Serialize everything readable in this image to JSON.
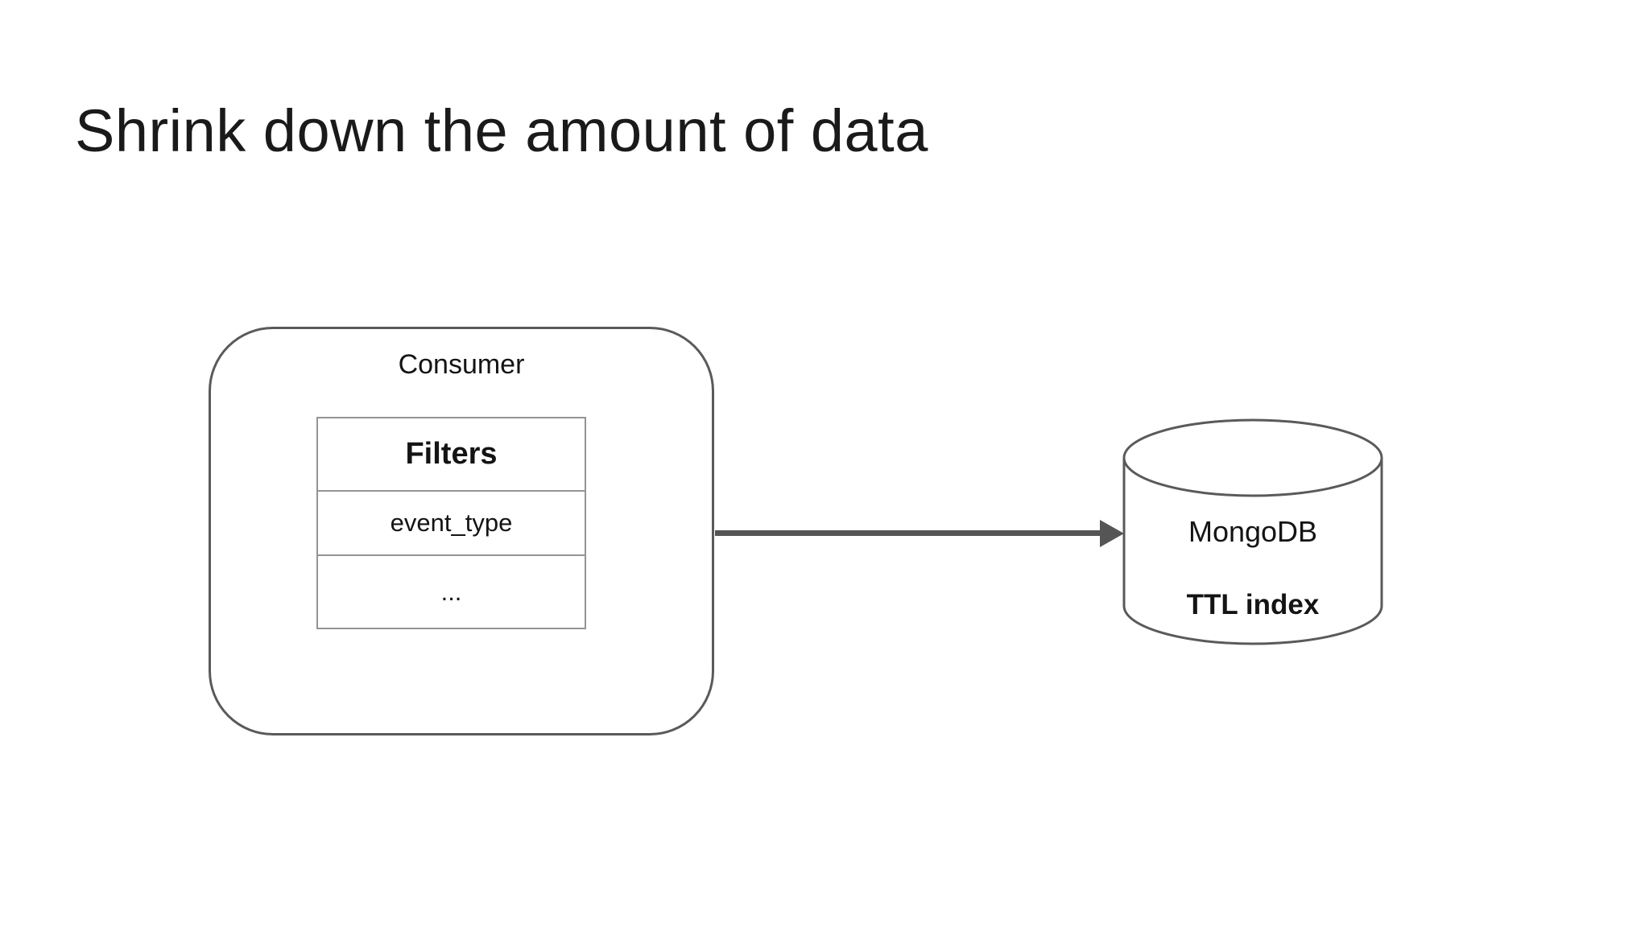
{
  "title": "Shrink down the amount of data",
  "consumer": {
    "label": "Consumer",
    "table": {
      "header": "Filters",
      "rows": [
        "event_type",
        "..."
      ]
    }
  },
  "database": {
    "name": "MongoDB",
    "feature": "TTL index"
  },
  "colors": {
    "background": "#ffffff",
    "shape_stroke": "#5a5a5a",
    "table_border": "#949494",
    "arrow": "#555555",
    "text": "#141414"
  }
}
